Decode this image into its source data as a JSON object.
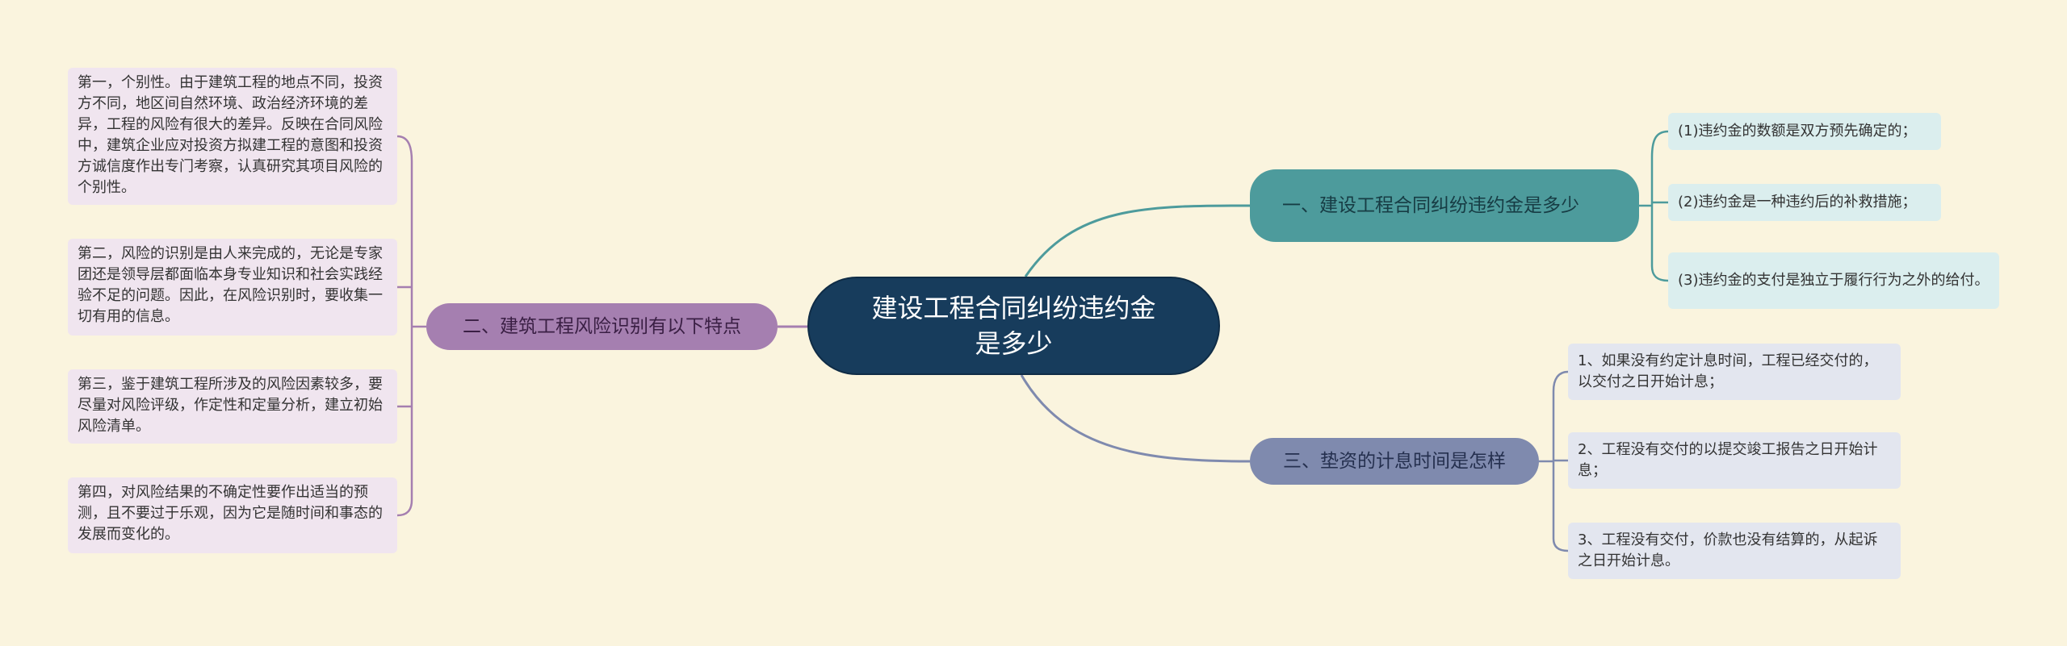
{
  "root": {
    "text": "建设工程合同纠纷违约金是多少"
  },
  "branches": [
    {
      "text": "一、建设工程合同纠纷违约金是多少",
      "children": [
        "(1)违约金的数额是双方预先确定的；",
        "(2)违约金是一种违约后的补救措施；",
        "(3)违约金的支付是独立于履行行为之外的给付。"
      ]
    },
    {
      "text": "二、建筑工程风险识别有以下特点",
      "children": [
        "第一，个别性。由于建筑工程的地点不同，投资方不同，地区间自然环境、政治经济环境的差异，工程的风险有很大的差异。反映在合同风险中，建筑企业应对投资方拟建工程的意图和投资方诚信度作出专门考察，认真研究其项目风险的个别性。",
        "第二，风险的识别是由人来完成的，无论是专家团还是领导层都面临本身专业知识和社会实践经验不足的问题。因此，在风险识别时，要收集一切有用的信息。",
        "第三，鉴于建筑工程所涉及的风险因素较多，要尽量对风险评级，作定性和定量分析，建立初始风险清单。",
        "第四，对风险结果的不确定性要作出适当的预测，且不要过于乐观，因为它是随时间和事态的发展而变化的。"
      ]
    },
    {
      "text": "三、垫资的计息时间是怎样",
      "children": [
        "1、如果没有约定计息时间，工程已经交付的，以交付之日开始计息；",
        "2、工程没有交付的以提交竣工报告之日开始计息；",
        "3、工程没有交付，价款也没有结算的，从起诉之日开始计息。"
      ]
    }
  ],
  "colors": {
    "background": "#faf4de",
    "root": "#173c5c",
    "branch1": "#4d9b9c",
    "branch2": "#a57fb0",
    "branch3": "#7f8aae",
    "leaf1": "#dbeeee",
    "leaf2": "#f0e5ef",
    "leaf3": "#e3e6ef"
  }
}
